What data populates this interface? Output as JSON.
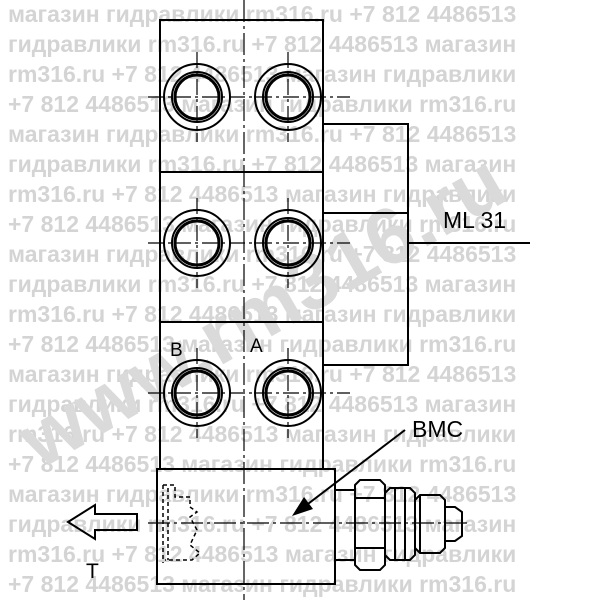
{
  "watermark": {
    "lines": [
      "магазин гидравлики rm316.ru +7 812 4486513",
      "гидравлики rm316.ru +7 812 4486513 магазин",
      "rm316.ru +7 812 4486513 магазин гидравлики",
      "+7 812 4486513 магазин гидравлики rm316.ru",
      "магазин гидравлики rm316.ru +7 812 4486513",
      "гидравлики rm316.ru +7 812 4486513 магазин",
      "rm316.ru +7 812 4486513 магазин гидравлики",
      "+7 812 4486513 магазин гидравлики rm316.ru",
      "магазин гидравлики rm316.ru +7 812 4486513",
      "гидравлики rm316.ru +7 812 4486513 магазин",
      "rm316.ru +7 812 4486513 магазин гидравлики",
      "+7 812 4486513 магазин гидравлики rm316.ru",
      "магазин гидравлики rm316.ru +7 812 4486513",
      "гидравлики rm316.ru +7 812 4486513 магазин",
      "rm316.ru +7 812 4486513 магазин гидравлики",
      "+7 812 4486513 магазин гидравлики rm316.ru",
      "магазин гидравлики rm316.ru +7 812 4486513",
      "гидравлики rm316.ru +7 812 4486513 магазин",
      "rm316.ru +7 812 4486513 магазин гидравлики",
      "+7 812 4486513 магазин гидравлики rm316.ru"
    ],
    "diagonal": "www.rm316.ru"
  },
  "labels": {
    "ml": "ML 31",
    "port_a": "A",
    "port_b": "B",
    "bmc": "BMC",
    "tank": "T"
  },
  "colors": {
    "line": "#000000",
    "watermark": "#d4d4d4",
    "background": "#ffffff"
  }
}
